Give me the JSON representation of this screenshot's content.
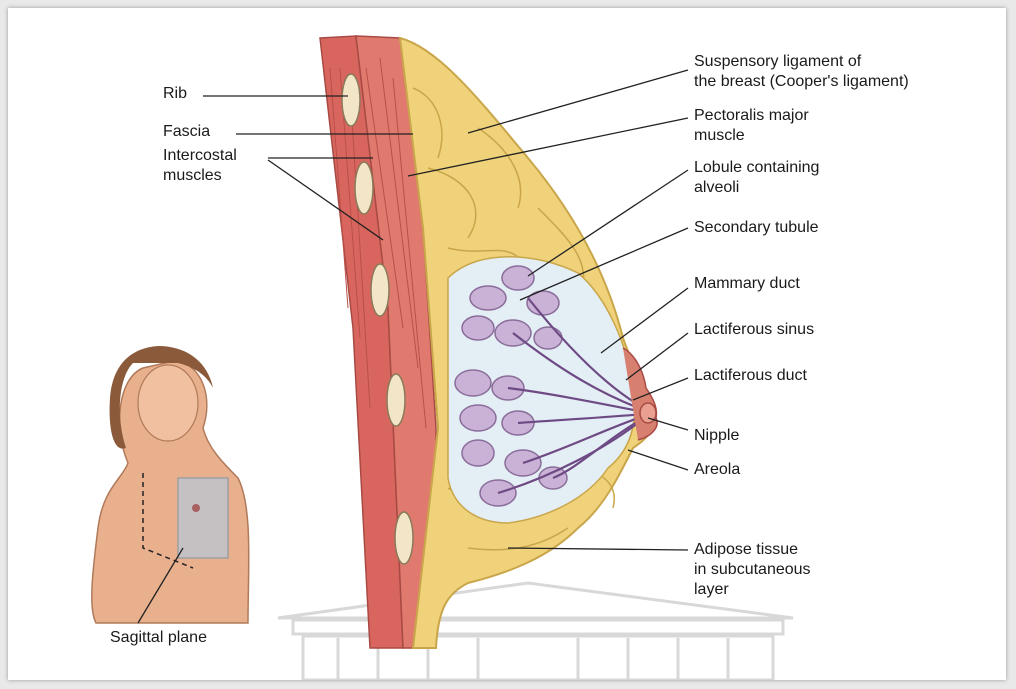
{
  "diagram": {
    "labels": {
      "rib": "Rib",
      "fascia": "Fascia",
      "intercostal": "Intercostal\nmuscles",
      "suspensory": "Suspensory ligament of\nthe breast (Cooper's ligament)",
      "pectoralis": "Pectoralis major\nmuscle",
      "lobule": "Lobule containing\nalveoli",
      "secondary_tubule": "Secondary tubule",
      "mammary_duct": "Mammary duct",
      "lactiferous_sinus": "Lactiferous sinus",
      "lactiferous_duct": "Lactiferous duct",
      "nipple": "Nipple",
      "areola": "Areola",
      "adipose": "Adipose tissue\nin subcutaneous\nlayer",
      "sagittal_plane": "Sagittal plane"
    },
    "colors": {
      "muscle": "#d9665e",
      "adipose": "#efd27a",
      "adipose_stroke": "#c9a64a",
      "lobule": "#c9b2d6",
      "lobule_stroke": "#8a6d9a",
      "skin": "#e9b08e",
      "rib": "#f3e6c8",
      "watermark": "#c8c8c8"
    },
    "watermark_icon": "building-watermark-icon"
  }
}
